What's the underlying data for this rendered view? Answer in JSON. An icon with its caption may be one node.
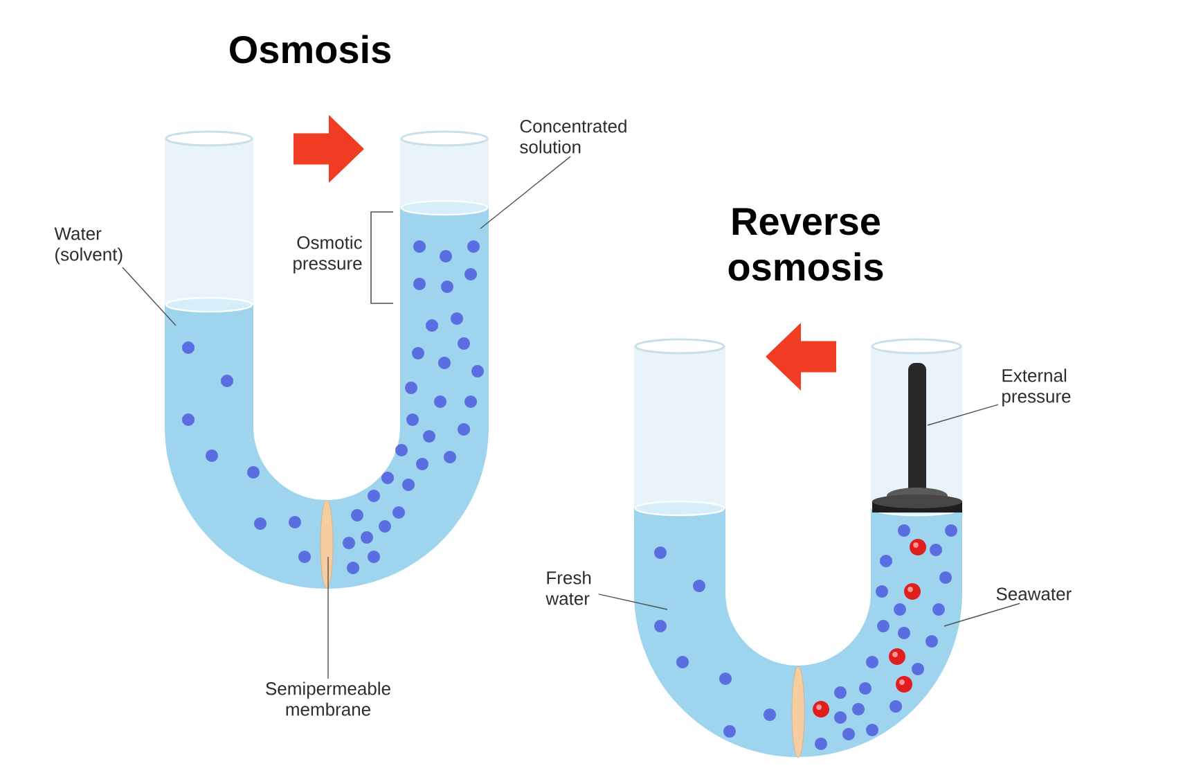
{
  "diagram": {
    "nodes": [
      {
        "text": [
          "Water (solvent)"
        ]
      },
      {
        "text": [
          "Concentrated solution"
        ]
      },
      {
        "text": [
          "Semipermeable membrane"
        ]
      },
      {
        "text": [
          "Fresh water"
        ]
      },
      {
        "text": [
          "External pressure"
        ]
      },
      {
        "text": [
          "Seawater"
        ]
      }
    ],
    "edges": [
      {
        "from": 0,
        "to": null,
        "arrow": "none"
      },
      {
        "from": 1,
        "to": null,
        "arrow": "none"
      },
      {
        "from": 2,
        "to": null,
        "arrow": "none"
      },
      {
        "from": 3,
        "to": null,
        "arrow": "none"
      },
      {
        "from": 4,
        "to": null,
        "arrow": "none"
      },
      {
        "from": 5,
        "to": null,
        "arrow": "none"
      }
    ],
    "labels": [
      "Osmosis",
      "Osmotic pressure",
      "Reverse osmosis"
    ]
  }
}
